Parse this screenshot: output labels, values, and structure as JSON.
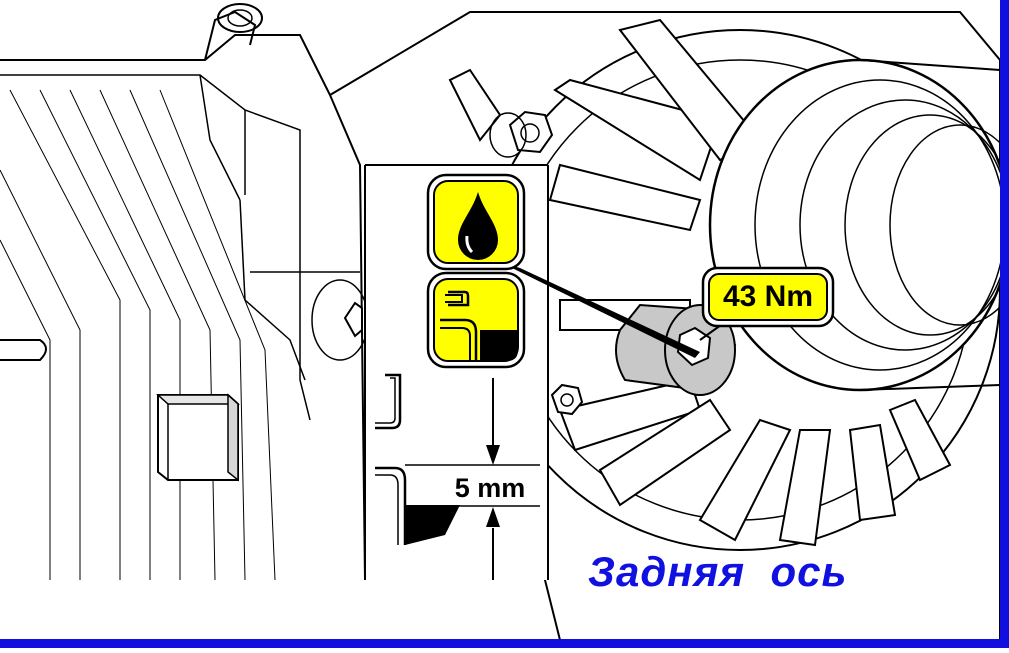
{
  "diagram": {
    "caption": "Задняя  ось",
    "torque_callout": "43 Nm",
    "fill_level_gap": "5 mm",
    "icons": {
      "oil": "oil-drop-icon",
      "level": "oil-level-icon"
    },
    "colors": {
      "frame": "#1010e0",
      "caption": "#1010e0",
      "callout_fill": "#ffff00",
      "plug_fill": "#c8c8c8",
      "line": "#000000"
    }
  }
}
